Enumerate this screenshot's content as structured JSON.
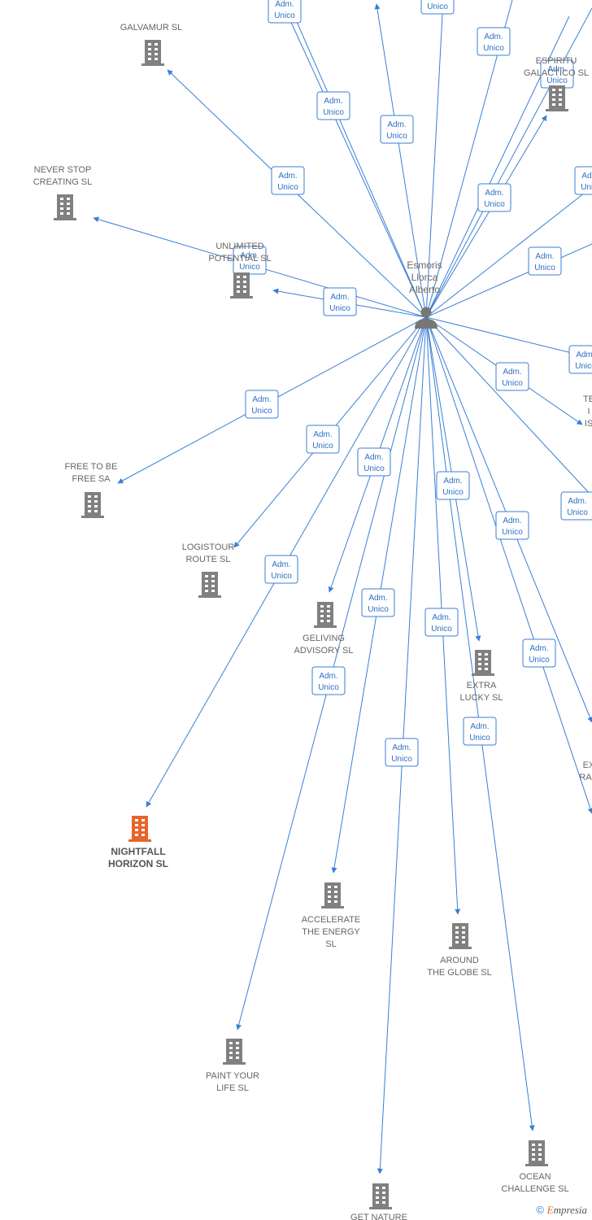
{
  "center": {
    "label_lines": [
      "Esmoris",
      "Llorca",
      "Alberto"
    ]
  },
  "role_default": [
    "Adm.",
    "Unico"
  ],
  "colors": {
    "edge": "#3a7fd5",
    "building": "#808080",
    "highlight": "#e8642c"
  },
  "companies": [
    {
      "id": "galvamur",
      "label_lines": [
        "GALVAMUR  SL"
      ]
    },
    {
      "id": "never-stop-creating",
      "label_lines": [
        "NEVER STOP",
        "CREATING  SL"
      ]
    },
    {
      "id": "unlimited-potential",
      "label_lines": [
        "UNLIMITED",
        "POTENTIAL  SL"
      ]
    },
    {
      "id": "espiritu-galactico",
      "label_lines": [
        "ESPIRITU",
        "GALACTICO  SL"
      ]
    },
    {
      "id": "free-to-be-free",
      "label_lines": [
        "FREE TO BE",
        "FREE SA"
      ]
    },
    {
      "id": "logistour-route",
      "label_lines": [
        "LOGISTOUR",
        "ROUTE  SL"
      ]
    },
    {
      "id": "geliving-advisory",
      "label_lines": [
        "GELIVING",
        "ADVISORY  SL"
      ]
    },
    {
      "id": "extra-lucky",
      "label_lines": [
        "EXTRA",
        "LUCKY  SL"
      ]
    },
    {
      "id": "nightfall-horizon",
      "label_lines": [
        "NIGHTFALL",
        "HORIZON  SL"
      ],
      "highlight": true
    },
    {
      "id": "accelerate-the-energy",
      "label_lines": [
        "ACCELERATE",
        "THE ENERGY",
        "SL"
      ]
    },
    {
      "id": "around-the-globe",
      "label_lines": [
        "AROUND",
        "THE GLOBE  SL"
      ]
    },
    {
      "id": "paint-your-life",
      "label_lines": [
        "PAINT YOUR",
        "LIFE  SL"
      ]
    },
    {
      "id": "ocean-challenge",
      "label_lines": [
        "OCEAN",
        "CHALLENGE  SL"
      ]
    },
    {
      "id": "get-nature",
      "label_lines": [
        "GET NATURE"
      ]
    },
    {
      "id": "te-is-partial",
      "label_lines": [
        "TE",
        "I",
        "IS"
      ]
    },
    {
      "id": "ex-ran-partial",
      "label_lines": [
        "EX",
        "RAN"
      ]
    }
  ],
  "watermark": {
    "symbol": "©",
    "brand_initial": "E",
    "brand_rest": "mpresia"
  }
}
